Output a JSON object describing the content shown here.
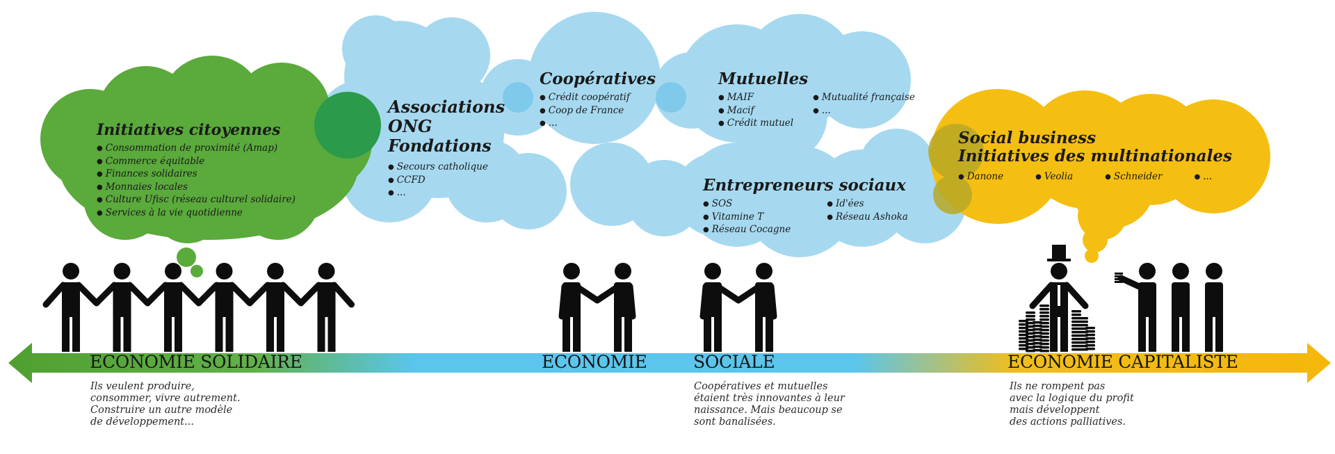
{
  "colors": {
    "green": "#5aaa3c",
    "blue": "#9fd6ee",
    "blue_axis": "#5bc5ec",
    "yellow": "#f5be12",
    "figure": "#0d0d0d"
  },
  "bubbles": {
    "initiatives": {
      "title": "Initiatives citoyennes",
      "items": [
        "Consommation de proximité (Amap)",
        "Commerce équitable",
        "Finances solidaires",
        "Monnaies locales",
        "Culture Ufisc (réseau culturel solidaire)",
        "Services à la vie quotidienne"
      ]
    },
    "associations": {
      "title_lines": [
        "Associations",
        "ONG",
        "Fondations"
      ],
      "items": [
        "Secours catholique",
        "CCFD",
        "..."
      ]
    },
    "cooperatives": {
      "title": "Coopératives",
      "items": [
        "Crédit coopératif",
        "Coop de France",
        "..."
      ]
    },
    "mutuelles": {
      "title": "Mutuelles",
      "items_col1": [
        "MAIF",
        "Macif",
        "Crédit mutuel"
      ],
      "items_col2": [
        "Mutualité française",
        "..."
      ]
    },
    "entrepreneurs": {
      "title": "Entrepreneurs sociaux",
      "items_col1": [
        "SOS",
        "Vitamine T",
        "Réseau Cocagne"
      ],
      "items_col2": [
        "Id'ées",
        "Réseau Ashoka"
      ]
    },
    "social_business": {
      "title_lines": [
        "Social business",
        "Initiatives des multinationales"
      ],
      "items": [
        "Danone",
        "Veolia",
        "Schneider",
        "..."
      ]
    }
  },
  "axis": {
    "labels": {
      "solidaire": "ECONOMIE SOLIDAIRE",
      "economie": "ECONOMIE",
      "sociale": "SOCIALE",
      "capitaliste": "ECONOMIE CAPITALISTE"
    }
  },
  "descriptions": {
    "solidaire": [
      "Ils veulent produire,",
      "consommer, vivre autrement.",
      "Construire un autre modèle",
      "de développement..."
    ],
    "sociale": [
      "Coopératives et mutuelles",
      "étaient très innovantes à leur",
      "naissance. Mais beaucoup se",
      "sont banalisées."
    ],
    "capitaliste": [
      "Ils ne rompent pas",
      "avec la logique du profit",
      "mais développent",
      "des actions palliatives."
    ]
  },
  "figures": {
    "chain_count": 6
  }
}
